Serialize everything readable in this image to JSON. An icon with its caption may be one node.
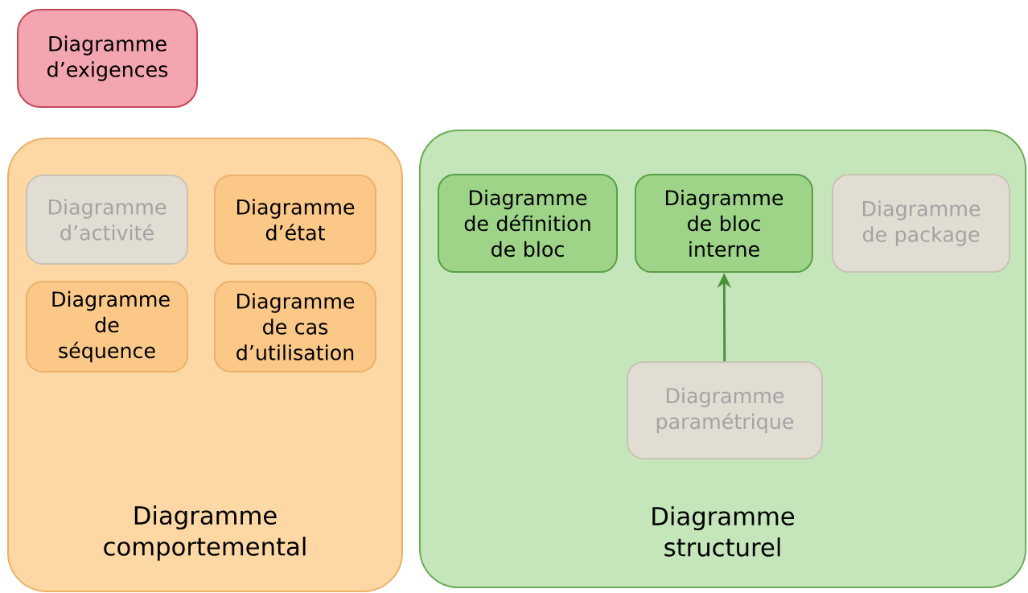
{
  "diagram": {
    "nodes": [
      {
        "text": [
          "Diagramme d’exigences"
        ]
      },
      {
        "text": [
          "Diagramme comportemental"
        ]
      },
      {
        "text": [
          "Diagramme d’activité"
        ],
        "in": 1
      },
      {
        "text": [
          "Diagramme d’état"
        ],
        "in": 1
      },
      {
        "text": [
          "Diagramme de séquence"
        ],
        "in": 1
      },
      {
        "text": [
          "Diagramme de cas d’utilisation"
        ],
        "in": 1
      },
      {
        "text": [
          "Diagramme structurel"
        ]
      },
      {
        "text": [
          "Diagramme de définition de bloc"
        ],
        "in": 6
      },
      {
        "text": [
          "Diagramme de bloc interne"
        ],
        "in": 6
      },
      {
        "text": [
          "Diagramme de package"
        ],
        "in": 6
      },
      {
        "text": [
          "Diagramme paramétrique"
        ],
        "in": 6
      }
    ],
    "edges": [
      {
        "from": 10,
        "to": 8,
        "arrow": "to"
      }
    ]
  }
}
